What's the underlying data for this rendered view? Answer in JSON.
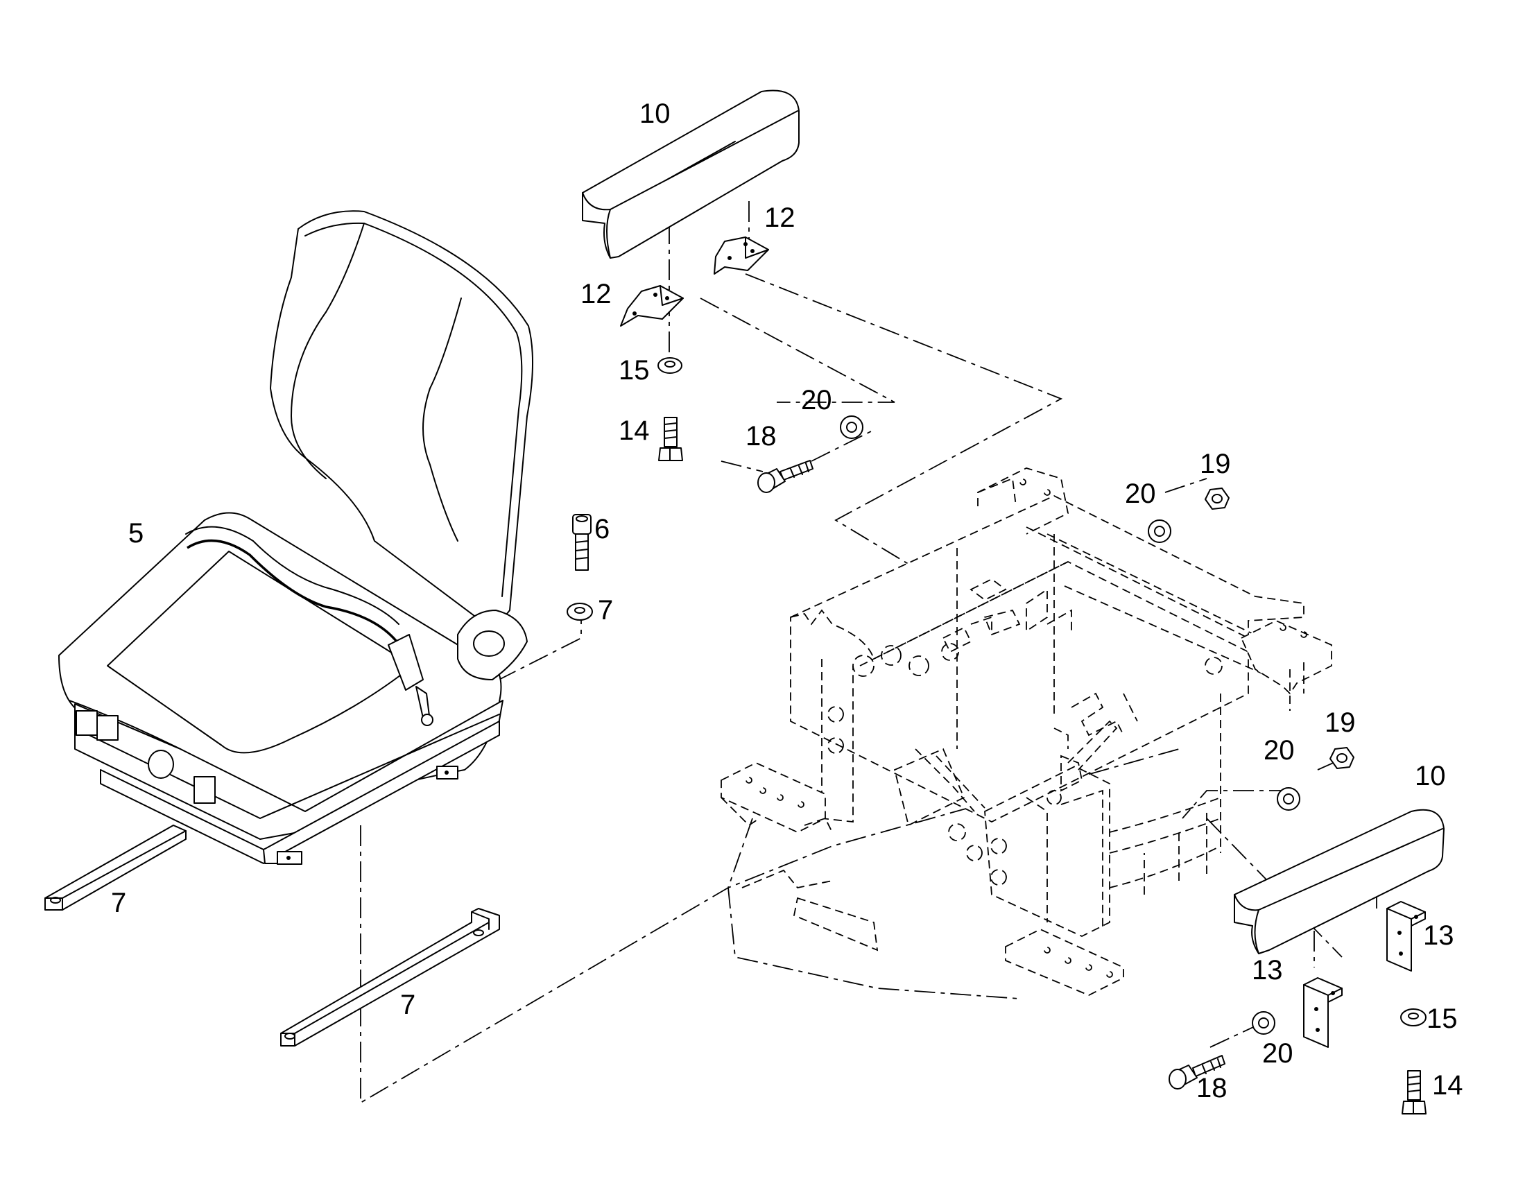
{
  "callouts": [
    {
      "id": "c-10-top",
      "text": "10"
    },
    {
      "id": "c-12-a",
      "text": "12"
    },
    {
      "id": "c-12-b",
      "text": "12"
    },
    {
      "id": "c-15-top",
      "text": "15"
    },
    {
      "id": "c-14-top",
      "text": "14"
    },
    {
      "id": "c-20-top",
      "text": "20"
    },
    {
      "id": "c-18-top",
      "text": "18"
    },
    {
      "id": "c-5",
      "text": "5"
    },
    {
      "id": "c-6",
      "text": "6"
    },
    {
      "id": "c-7-washer",
      "text": "7"
    },
    {
      "id": "c-7-rail-left",
      "text": "7"
    },
    {
      "id": "c-7-rail-bottom",
      "text": "7"
    },
    {
      "id": "c-19-top",
      "text": "19"
    },
    {
      "id": "c-20-mid",
      "text": "20"
    },
    {
      "id": "c-19-mid",
      "text": "19"
    },
    {
      "id": "c-20-right",
      "text": "20"
    },
    {
      "id": "c-10-right",
      "text": "10"
    },
    {
      "id": "c-13-right",
      "text": "13"
    },
    {
      "id": "c-13-left",
      "text": "13"
    },
    {
      "id": "c-15-right",
      "text": "15"
    },
    {
      "id": "c-20-bottom",
      "text": "20"
    },
    {
      "id": "c-18-bottom",
      "text": "18"
    },
    {
      "id": "c-14-right",
      "text": "14"
    }
  ]
}
